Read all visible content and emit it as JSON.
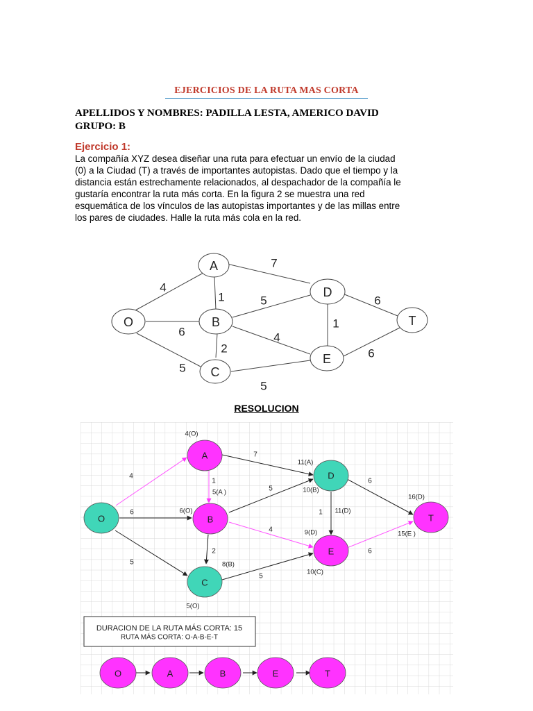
{
  "document": {
    "title": "EJERCICIOS DE LA RUTA MAS CORTA",
    "names_line": "APELLIDOS Y NOMBRES: PADILLA LESTA, AMERICO DAVID",
    "group_line": "GRUPO: B",
    "exercise_heading": "Ejercicio 1:",
    "paragraph_lines": [
      "La compañía XYZ desea diseñar una ruta para efectuar un envío de la ciudad",
      "(0) a la Ciudad (T) a través de importantes autopistas. Dado que el tiempo y la",
      "distancia están estrechamente relacionados, al despachador de la compañía le",
      "gustaría encontrar la ruta más corta. En la figura 2 se muestra una red",
      "esquemática de los vínculos de las autopistas importantes y de las millas entre",
      "los pares de ciudades. Halle la ruta más cola en la red."
    ],
    "resolution_heading": "RESOLUCION"
  },
  "network": {
    "nodes": [
      "A",
      "O",
      "B",
      "D",
      "T",
      "E",
      "C"
    ],
    "edge_weights": {
      "OA": "4",
      "AD": "7",
      "AB": "1",
      "OB": "6",
      "BD": "5",
      "BE": "4",
      "BC": "2",
      "DE": "1",
      "DT": "6",
      "ET": "6",
      "OC": "5",
      "CE": "5"
    }
  },
  "solution": {
    "nodes": {
      "A": "A",
      "O": "O",
      "B": "B",
      "C": "C",
      "D": "D",
      "E": "E",
      "T": "T"
    },
    "node_labels": {
      "A": "4(O)",
      "B1": "6(O)",
      "B2": "5(A )",
      "C1": "8(B)",
      "C2": "5(O)",
      "D1": "11(A)",
      "D2": "10(B)",
      "E1": "11(D)",
      "E2": "9(D)",
      "E3": "10(C)",
      "T1": "16(D)",
      "T2": "15(E )"
    },
    "edge_weights": {
      "OA": "4",
      "AD": "7",
      "AB": "1",
      "OB": "6",
      "BD": "5",
      "BE": "4",
      "BC": "2",
      "DE": "1",
      "DT": "6",
      "ET": "6",
      "OC": "5",
      "CE": "5"
    },
    "summary_line1": "DURACION DE LA RUTA MÁS CORTA: 15",
    "summary_line2": "RUTA MÁS CORTA: O-A-B-E-T",
    "route": [
      "O",
      "A",
      "B",
      "E",
      "T"
    ],
    "colors": {
      "teal": "#40d6b8",
      "magenta": "#ff33ff",
      "path": "#ff55ff",
      "grid": "#d8d8d8"
    }
  }
}
